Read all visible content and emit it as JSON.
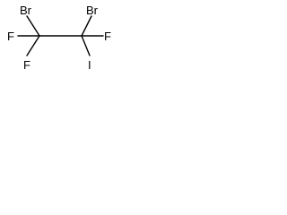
{
  "molecule": {
    "atoms": {
      "br_left": "Br",
      "br_right": "Br",
      "f_upper_left": "F",
      "f_lower_left": "F",
      "f_right": "F",
      "i_lower": "I"
    },
    "colors": {
      "bond": "#000000",
      "label": "#000000",
      "background": "#ffffff"
    }
  }
}
